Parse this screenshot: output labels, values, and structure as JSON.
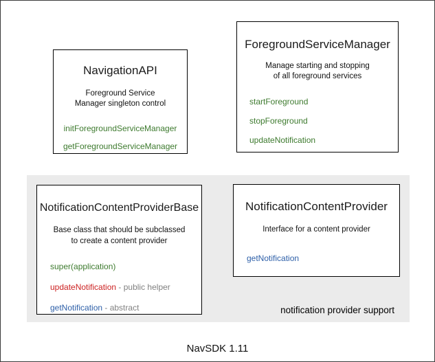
{
  "diagram": {
    "footer_caption": "NavSDK 1.11",
    "colors": {
      "method_green": "#3d7a2e",
      "method_red": "#cc2222",
      "method_blue": "#2d5fa8",
      "note_gray": "#808080",
      "panel_fill": "#ebebeb",
      "box_border": "#000000",
      "background": "#ffffff"
    },
    "boxes": {
      "navigation_api": {
        "title": "NavigationAPI",
        "description_line1": "Foreground Service",
        "description_line2": "Manager singleton control",
        "members": [
          {
            "name": "initForegroundServiceManager",
            "note": ""
          },
          {
            "name": "getForegroundServiceManager",
            "note": ""
          }
        ]
      },
      "foreground_service_manager": {
        "title": "ForegroundServiceManager",
        "description_line1": "Manage starting and stopping",
        "description_line2": "of all foreground services",
        "members": [
          {
            "name": "startForeground",
            "note": ""
          },
          {
            "name": "stopForeground",
            "note": ""
          },
          {
            "name": "updateNotification",
            "note": ""
          }
        ]
      },
      "notification_content_provider_base": {
        "title": "NotificationContentProviderBase",
        "description_line1": "Base class that should be subclassed",
        "description_line2": "to create a content provider",
        "members": [
          {
            "name": "super(application)",
            "note": ""
          },
          {
            "name": "updateNotification",
            "note": " - public helper"
          },
          {
            "name": "getNotification",
            "note": " - abstract"
          }
        ]
      },
      "notification_content_provider": {
        "title": "NotificationContentProvider",
        "description_line1": "Interface for a content provider",
        "description_line2": "",
        "members": [
          {
            "name": "getNotification",
            "note": ""
          }
        ]
      }
    },
    "panel": {
      "label": "notification provider support"
    }
  }
}
